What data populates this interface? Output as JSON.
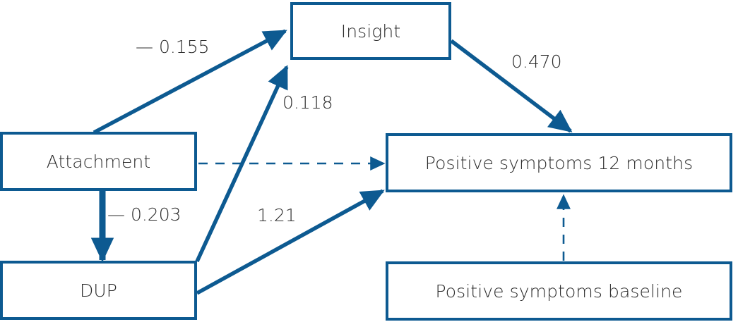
{
  "figure": {
    "type": "path-diagram",
    "background_color": "#ffffff",
    "node_border_color": "#0d5a91",
    "arrow_color": "#0d5a91",
    "text_color": "#2d2d2d"
  },
  "nodes": [
    {
      "id": "insight",
      "label": "Insight"
    },
    {
      "id": "attachment",
      "label": "Attachment"
    },
    {
      "id": "dup",
      "label": "DUP"
    },
    {
      "id": "pos12",
      "label": "Positive symptoms 12 months"
    },
    {
      "id": "posbaseline",
      "label": "Positive symptoms baseline"
    }
  ],
  "edges": [
    {
      "id": "att-insight",
      "from": "attachment",
      "to": "insight",
      "label": "— 0.155",
      "value": -0.155,
      "style": "solid",
      "weight": "medium"
    },
    {
      "id": "dup-insight",
      "from": "dup",
      "to": "insight",
      "label": "0.118",
      "value": 0.118,
      "style": "solid",
      "weight": "medium"
    },
    {
      "id": "insight-pos",
      "from": "insight",
      "to": "pos12",
      "label": "0.470",
      "value": 0.47,
      "style": "solid",
      "weight": "medium"
    },
    {
      "id": "att-dup",
      "from": "attachment",
      "to": "dup",
      "label": "— 0.203",
      "value": -0.203,
      "style": "solid",
      "weight": "thick"
    },
    {
      "id": "dup-pos",
      "from": "dup",
      "to": "pos12",
      "label": "1.21",
      "value": 1.21,
      "style": "solid",
      "weight": "medium"
    },
    {
      "id": "att-pos",
      "from": "attachment",
      "to": "pos12",
      "label": "",
      "value": null,
      "style": "dashed",
      "weight": "thin"
    },
    {
      "id": "base-pos",
      "from": "posbaseline",
      "to": "pos12",
      "label": "",
      "value": null,
      "style": "dashed",
      "weight": "thin"
    }
  ]
}
